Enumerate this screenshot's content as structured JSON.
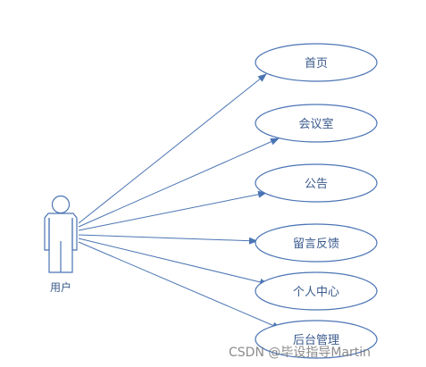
{
  "diagram": {
    "actor": {
      "label": "用户",
      "icon": "actor-stick-figure"
    },
    "use_cases": [
      {
        "label": "首页"
      },
      {
        "label": "会议室"
      },
      {
        "label": "公告"
      },
      {
        "label": "留言反馈"
      },
      {
        "label": "个人中心"
      },
      {
        "label": "后台管理"
      }
    ],
    "colors": {
      "stroke": "#4a74b4",
      "text": "#3a5a8c",
      "arrow": "#4a74b4"
    }
  },
  "watermark": {
    "text": "CSDN @毕设指导Martin"
  }
}
